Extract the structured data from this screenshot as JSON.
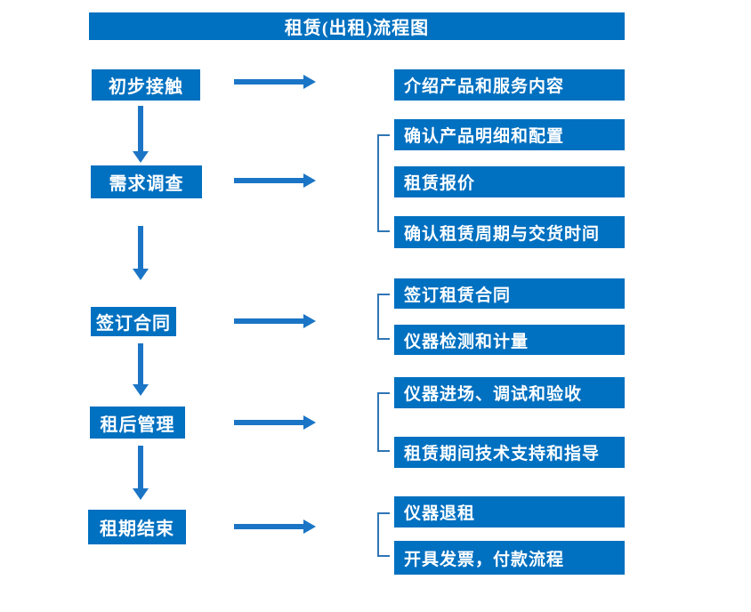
{
  "title": "租赁(出租)流程图",
  "colors": {
    "box": "#0070C0",
    "arrow": "#1B75C6",
    "bracket": "#2E75B6",
    "text": "#FFFFFF"
  },
  "steps": [
    {
      "label": "初步接触"
    },
    {
      "label": "需求调查"
    },
    {
      "label": "签订合同"
    },
    {
      "label": "租后管理"
    },
    {
      "label": "租期结束"
    }
  ],
  "details": [
    {
      "label": "介绍产品和服务内容"
    },
    {
      "label": "确认产品明细和配置"
    },
    {
      "label": "租赁报价"
    },
    {
      "label": "确认租赁周期与交货时间"
    },
    {
      "label": "签订租赁合同"
    },
    {
      "label": "仪器检测和计量"
    },
    {
      "label": "仪器进场、调试和验收"
    },
    {
      "label": "租赁期间技术支持和指导"
    },
    {
      "label": "仪器退租"
    },
    {
      "label": "开具发票，付款流程"
    }
  ]
}
